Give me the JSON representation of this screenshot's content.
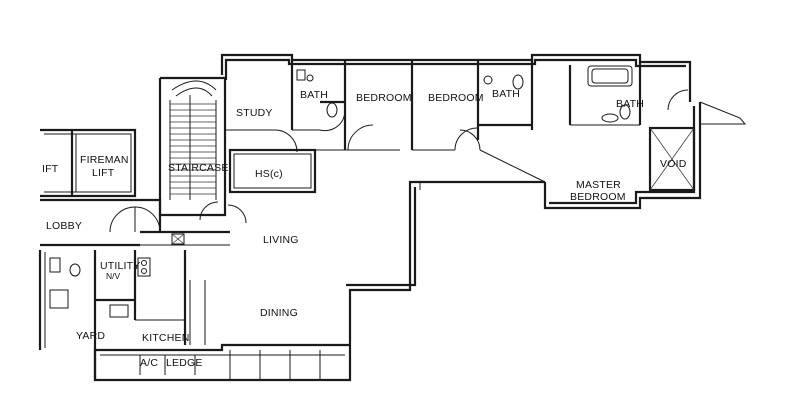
{
  "rooms": {
    "study": "STUDY",
    "bath_1": "BATH",
    "bedroom_1": "BEDROOM",
    "bedroom_2": "BEDROOM",
    "bath_2": "BATH",
    "bath_3": "BATH",
    "lift": "IFT",
    "fireman_lift_1": "FIREMAN",
    "fireman_lift_2": "LIFT",
    "staircase": "STAIRCASE",
    "hs": "HS(c)",
    "void": "VOID",
    "master_bedroom_1": "MASTER",
    "master_bedroom_2": "BEDROOM",
    "lobby": "LOBBY",
    "living": "LIVING",
    "utility": "UTILITY",
    "utility_sub": "N/V",
    "dining": "DINING",
    "yard": "YARD",
    "kitchen": "KITCHEN",
    "ac_ledge_1": "A/C",
    "ac_ledge_2": "LEDGE"
  }
}
